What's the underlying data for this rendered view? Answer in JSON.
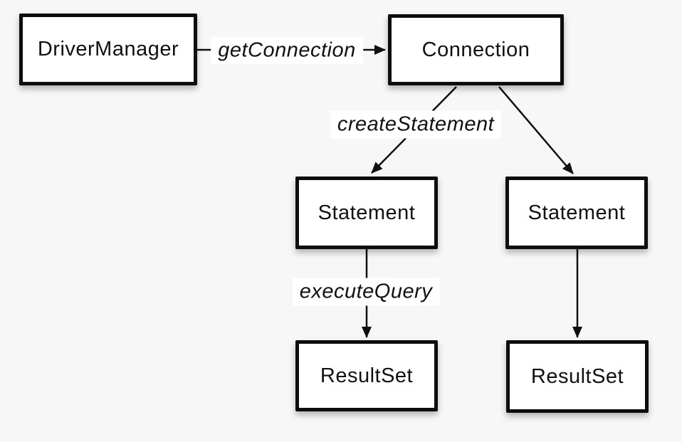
{
  "nodes": {
    "driver_manager": {
      "label": "DriverManager"
    },
    "connection": {
      "label": "Connection"
    },
    "statement_a": {
      "label": "Statement"
    },
    "statement_b": {
      "label": "Statement"
    },
    "resultset_a": {
      "label": "ResultSet"
    },
    "resultset_b": {
      "label": "ResultSet"
    }
  },
  "edge_labels": {
    "get_connection": "getConnection",
    "create_statement": "createStatement",
    "execute_query": "executeQuery"
  },
  "colors": {
    "background": "#f7f7f7",
    "box_fill": "#ffffff",
    "box_border": "#0d0d0d",
    "text": "#111111"
  }
}
